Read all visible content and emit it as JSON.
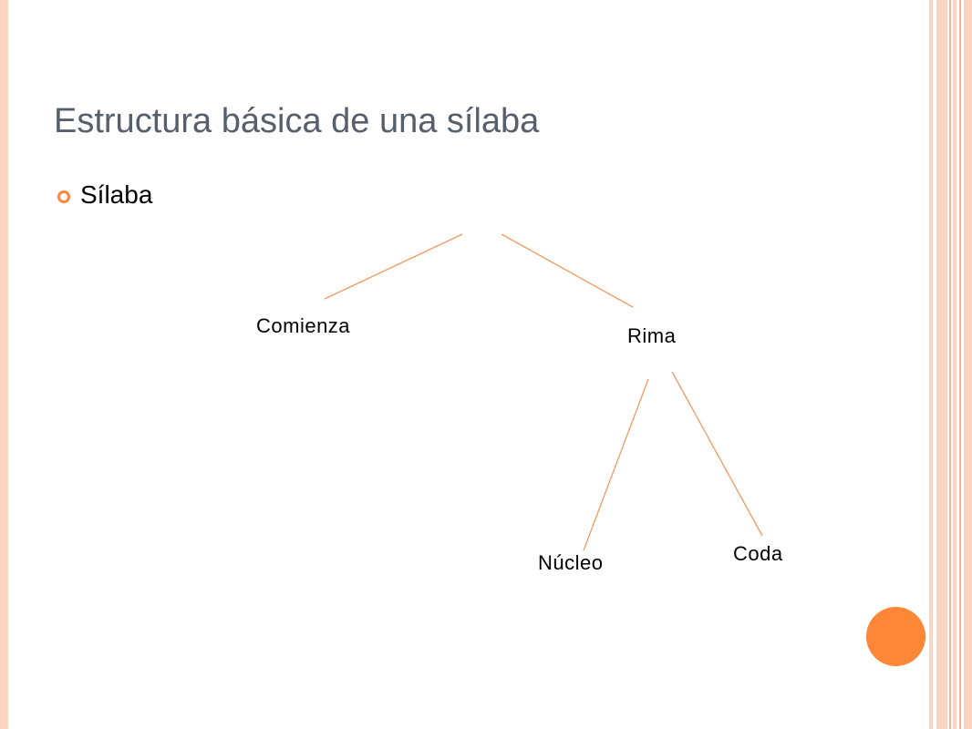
{
  "slide": {
    "title": "Estructura básica de una sílaba",
    "bullet": "Sílaba"
  },
  "tree": {
    "nodes": {
      "onset": "Comienza",
      "rhyme": "Rima",
      "nucleus": "Núcleo",
      "coda": "Coda"
    }
  },
  "colors": {
    "accent": "#fe8637",
    "title_text": "#575f6d",
    "stripe_light": "#fbd5c2",
    "stripe_dark": "#f7b48e",
    "branch_line": "#f39a62"
  },
  "icons": {
    "bullet": "ring-bullet-icon",
    "decoration": "orange-circle-icon"
  }
}
